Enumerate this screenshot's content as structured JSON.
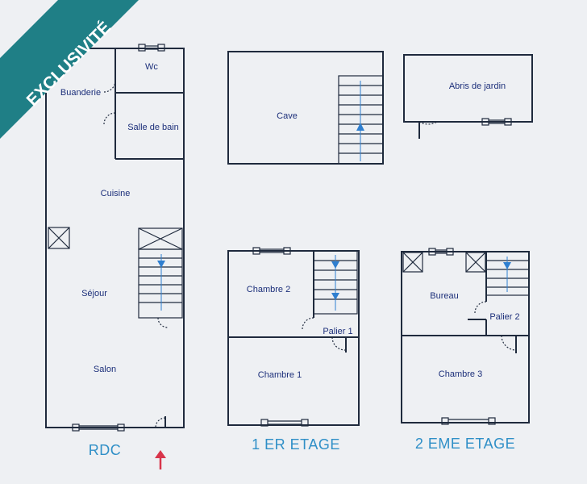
{
  "badge": {
    "text": "EXCLUSIVITÉ",
    "color": "#1f7f86"
  },
  "colors": {
    "wall": "#1f2a3d",
    "label": "#1c2f7a",
    "floor_label": "#2f8fc7",
    "stair_arrow": "#2f7fd0",
    "entry_arrow": "#d8344a"
  },
  "rooms": {
    "wc": "Wc",
    "buanderie": "Buanderie",
    "salle_de_bain": "Salle de bain",
    "cuisine": "Cuisine",
    "sejour": "Séjour",
    "salon": "Salon",
    "cave": "Cave",
    "abris_de_jardin": "Abris de jardin",
    "chambre_2": "Chambre 2",
    "palier_1": "Palier 1",
    "chambre_1": "Chambre 1",
    "bureau": "Bureau",
    "palier_2": "Palier 2",
    "chambre_3": "Chambre 3"
  },
  "floors": {
    "rdc": "RDC",
    "etage_1": "1 ER ETAGE",
    "etage_2": "2 EME ETAGE"
  },
  "icons": {
    "entry": "entry-arrow-icon",
    "stairs_up": "stairs-up-arrow-icon",
    "stairs_down": "stairs-down-arrow-icon"
  }
}
